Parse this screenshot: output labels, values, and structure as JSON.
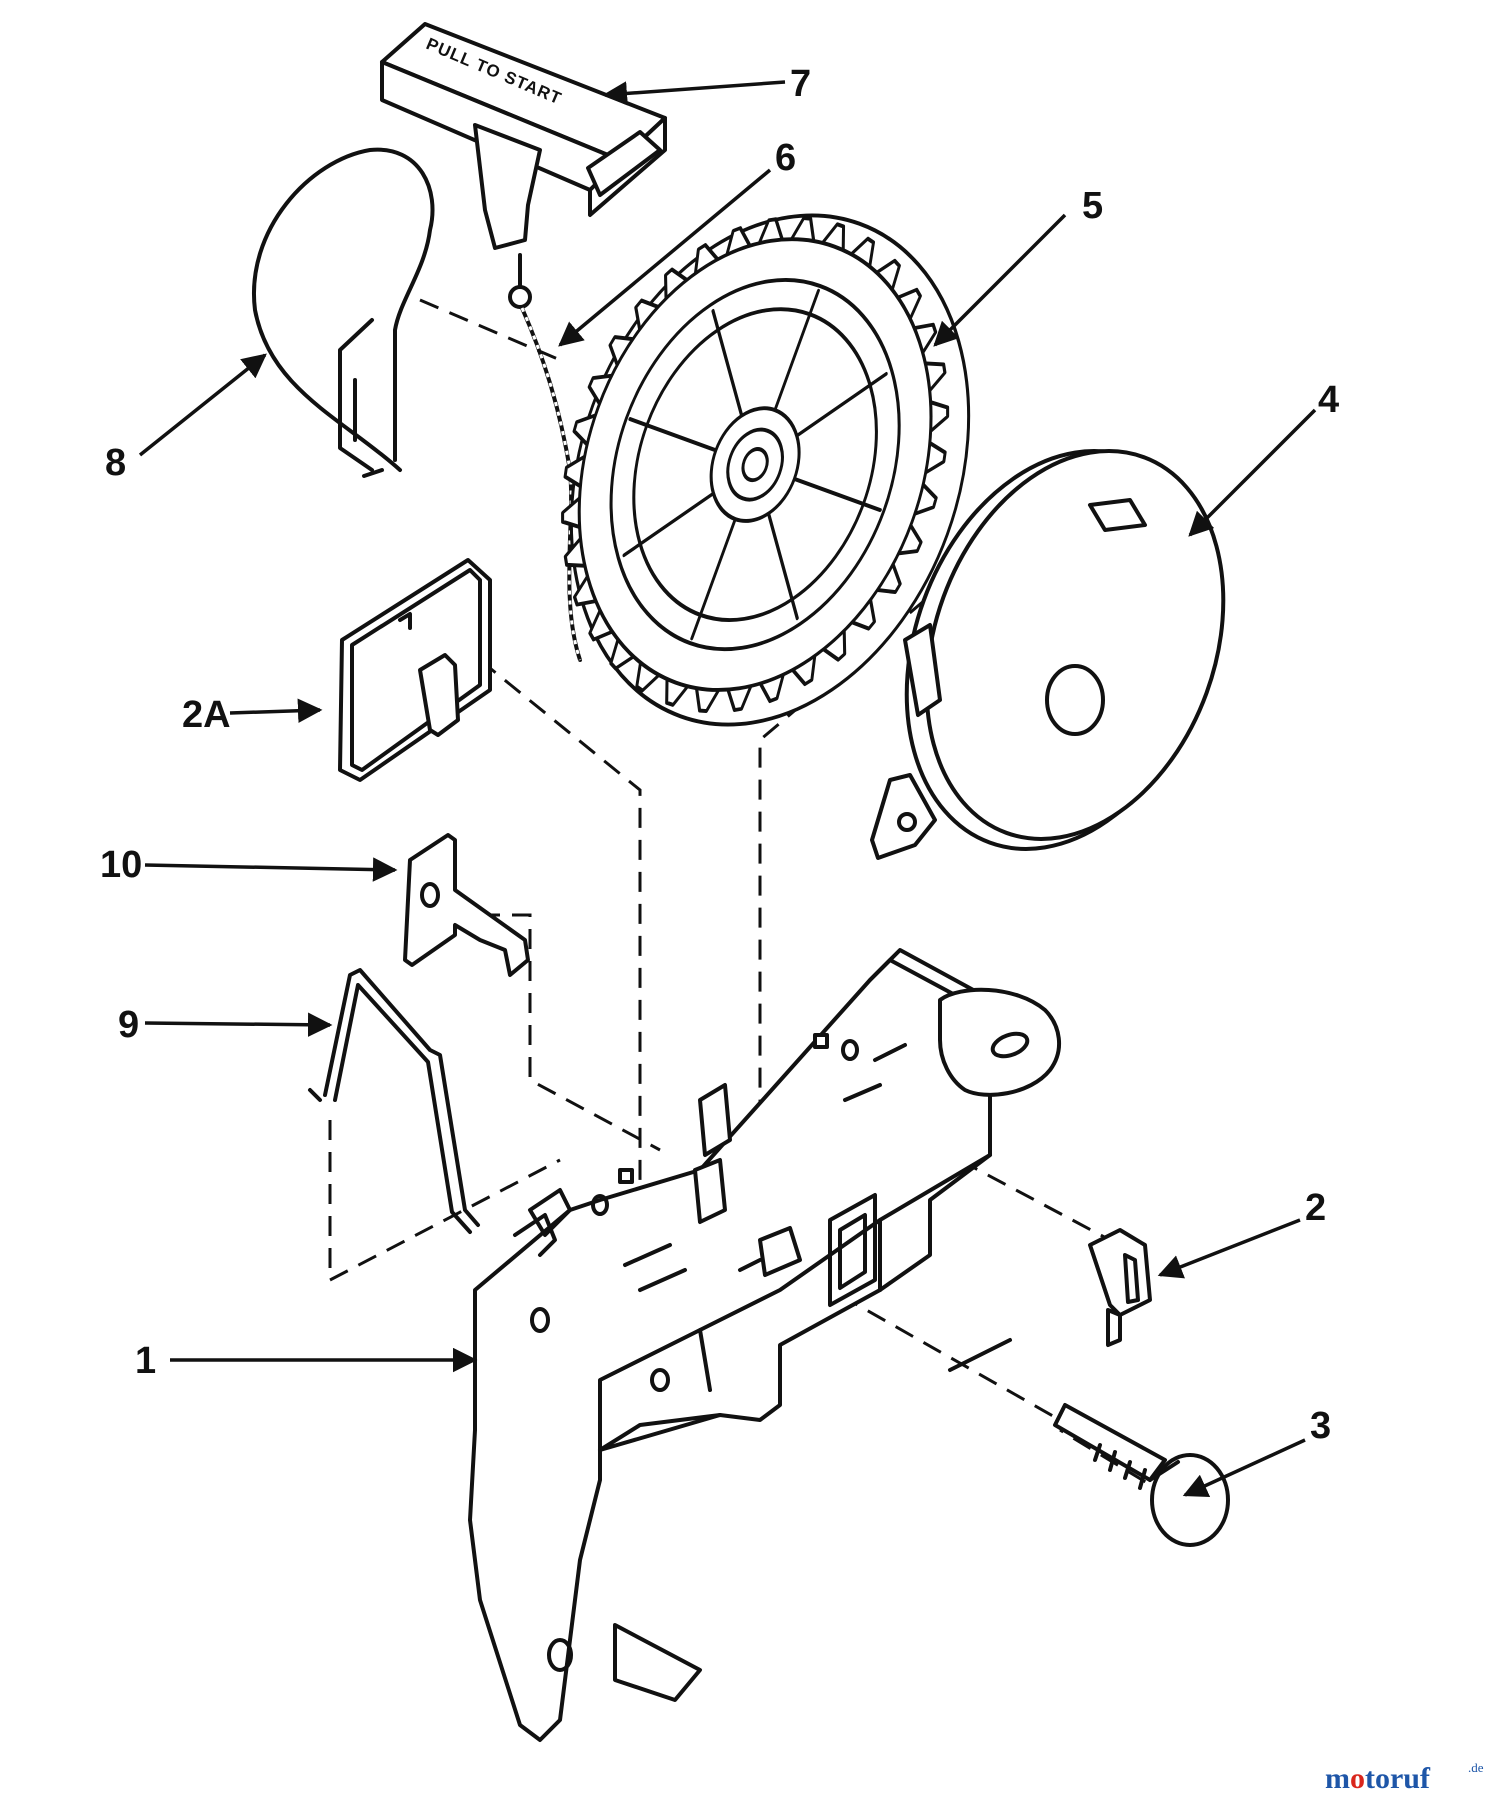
{
  "handle_text": "PULL TO START",
  "callouts": [
    {
      "id": "1",
      "label": "1"
    },
    {
      "id": "2",
      "label": "2"
    },
    {
      "id": "2A",
      "label": "2A"
    },
    {
      "id": "3",
      "label": "3"
    },
    {
      "id": "4",
      "label": "4"
    },
    {
      "id": "5",
      "label": "5"
    },
    {
      "id": "6",
      "label": "6"
    },
    {
      "id": "7",
      "label": "7"
    },
    {
      "id": "8",
      "label": "8"
    },
    {
      "id": "9",
      "label": "9"
    },
    {
      "id": "10",
      "label": "10"
    }
  ],
  "watermark": {
    "main": "motoruf",
    "suffix": ".de",
    "colors": {
      "m": "#1e56a8",
      "o": "#d9261c",
      "rest": "#1e56a8"
    }
  }
}
